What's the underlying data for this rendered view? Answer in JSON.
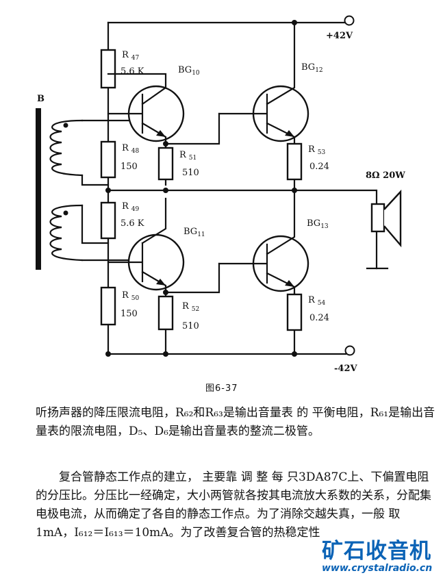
{
  "schematic": {
    "transformer_label": "B",
    "supply_pos": "+42V",
    "supply_neg": "-42V",
    "speaker": "8Ω  20W",
    "resistors": {
      "r47": {
        "name": "R",
        "sub": "47",
        "value": "5.6 K"
      },
      "r48": {
        "name": "R",
        "sub": "48",
        "value": "150"
      },
      "r49": {
        "name": "R",
        "sub": "49",
        "value": "5.6 K"
      },
      "r50": {
        "name": "R",
        "sub": "50",
        "value": "150"
      },
      "r51": {
        "name": "R",
        "sub": "51",
        "value": "510"
      },
      "r52": {
        "name": "R",
        "sub": "52",
        "value": "510"
      },
      "r53": {
        "name": "R",
        "sub": "53",
        "value": "0.24"
      },
      "r54": {
        "name": "R",
        "sub": "54",
        "value": "0.24"
      }
    },
    "transistors": {
      "bg10": {
        "name": "BG",
        "sub": "10"
      },
      "bg11": {
        "name": "BG",
        "sub": "11"
      },
      "bg12": {
        "name": "BG",
        "sub": "12"
      },
      "bg13": {
        "name": "BG",
        "sub": "13"
      }
    }
  },
  "caption": "图6-37",
  "paragraphs": [
    "听扬声器的降压限流电阻，R₆₂和R₆₃是输出音量表 的 平衡电阻，R₆₁是输出音量表的限流电阻，D₅、D₆是输出音量表的整流二极管。",
    "复合管静态工作点的建立， 主要靠 调 整 每 只3DA87C上、下偏置电阻的分压比。分压比一经确定，大小两管就各按其电流放大系数的关系，分配集电极电流，从而确定了各自的静态工作点。为了消除交越失真，一般 取 1mA，I₆₁₂＝I₆₁₃＝10mA。为了改善复合管的热稳定性"
  ],
  "watermark": {
    "main": "矿石收音机",
    "url": "www.crystalradio.cn"
  }
}
